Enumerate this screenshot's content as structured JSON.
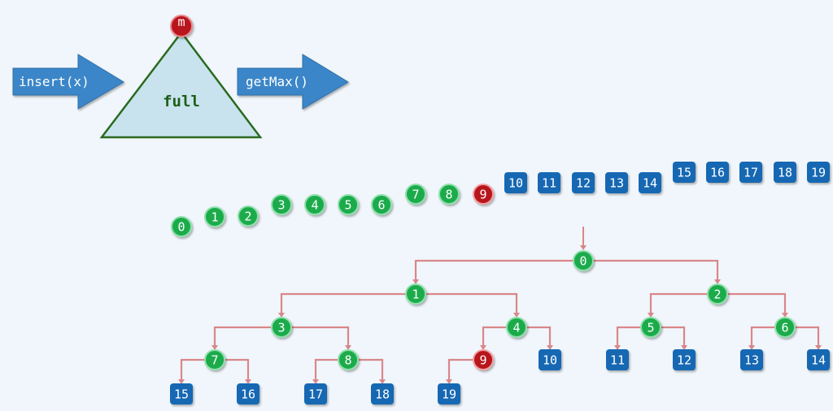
{
  "heap": {
    "insert_label": "insert(x)",
    "getmax_label": "getMax()",
    "triangle_label": "full",
    "marker_label": "m"
  },
  "colors": {
    "internal": "#1cab4c",
    "leaf": "#1268b3",
    "highlight": "#b8121a",
    "edge": "#d9878a",
    "arrow": "#3b86c8",
    "triangle_fill": "#c8e3ee",
    "triangle_stroke": "#2b6a1f"
  },
  "array": {
    "elements": [
      "0",
      "1",
      "2",
      "3",
      "4",
      "5",
      "6",
      "7",
      "8",
      "9",
      "10",
      "11",
      "12",
      "13",
      "14",
      "15",
      "16",
      "17",
      "18",
      "19"
    ],
    "highlight_index": 9,
    "last_internal_index": 9
  },
  "tree": {
    "nodes": [
      "0",
      "1",
      "2",
      "3",
      "4",
      "5",
      "6",
      "7",
      "8",
      "9",
      "10",
      "11",
      "12",
      "13",
      "14",
      "15",
      "16",
      "17",
      "18",
      "19"
    ]
  }
}
